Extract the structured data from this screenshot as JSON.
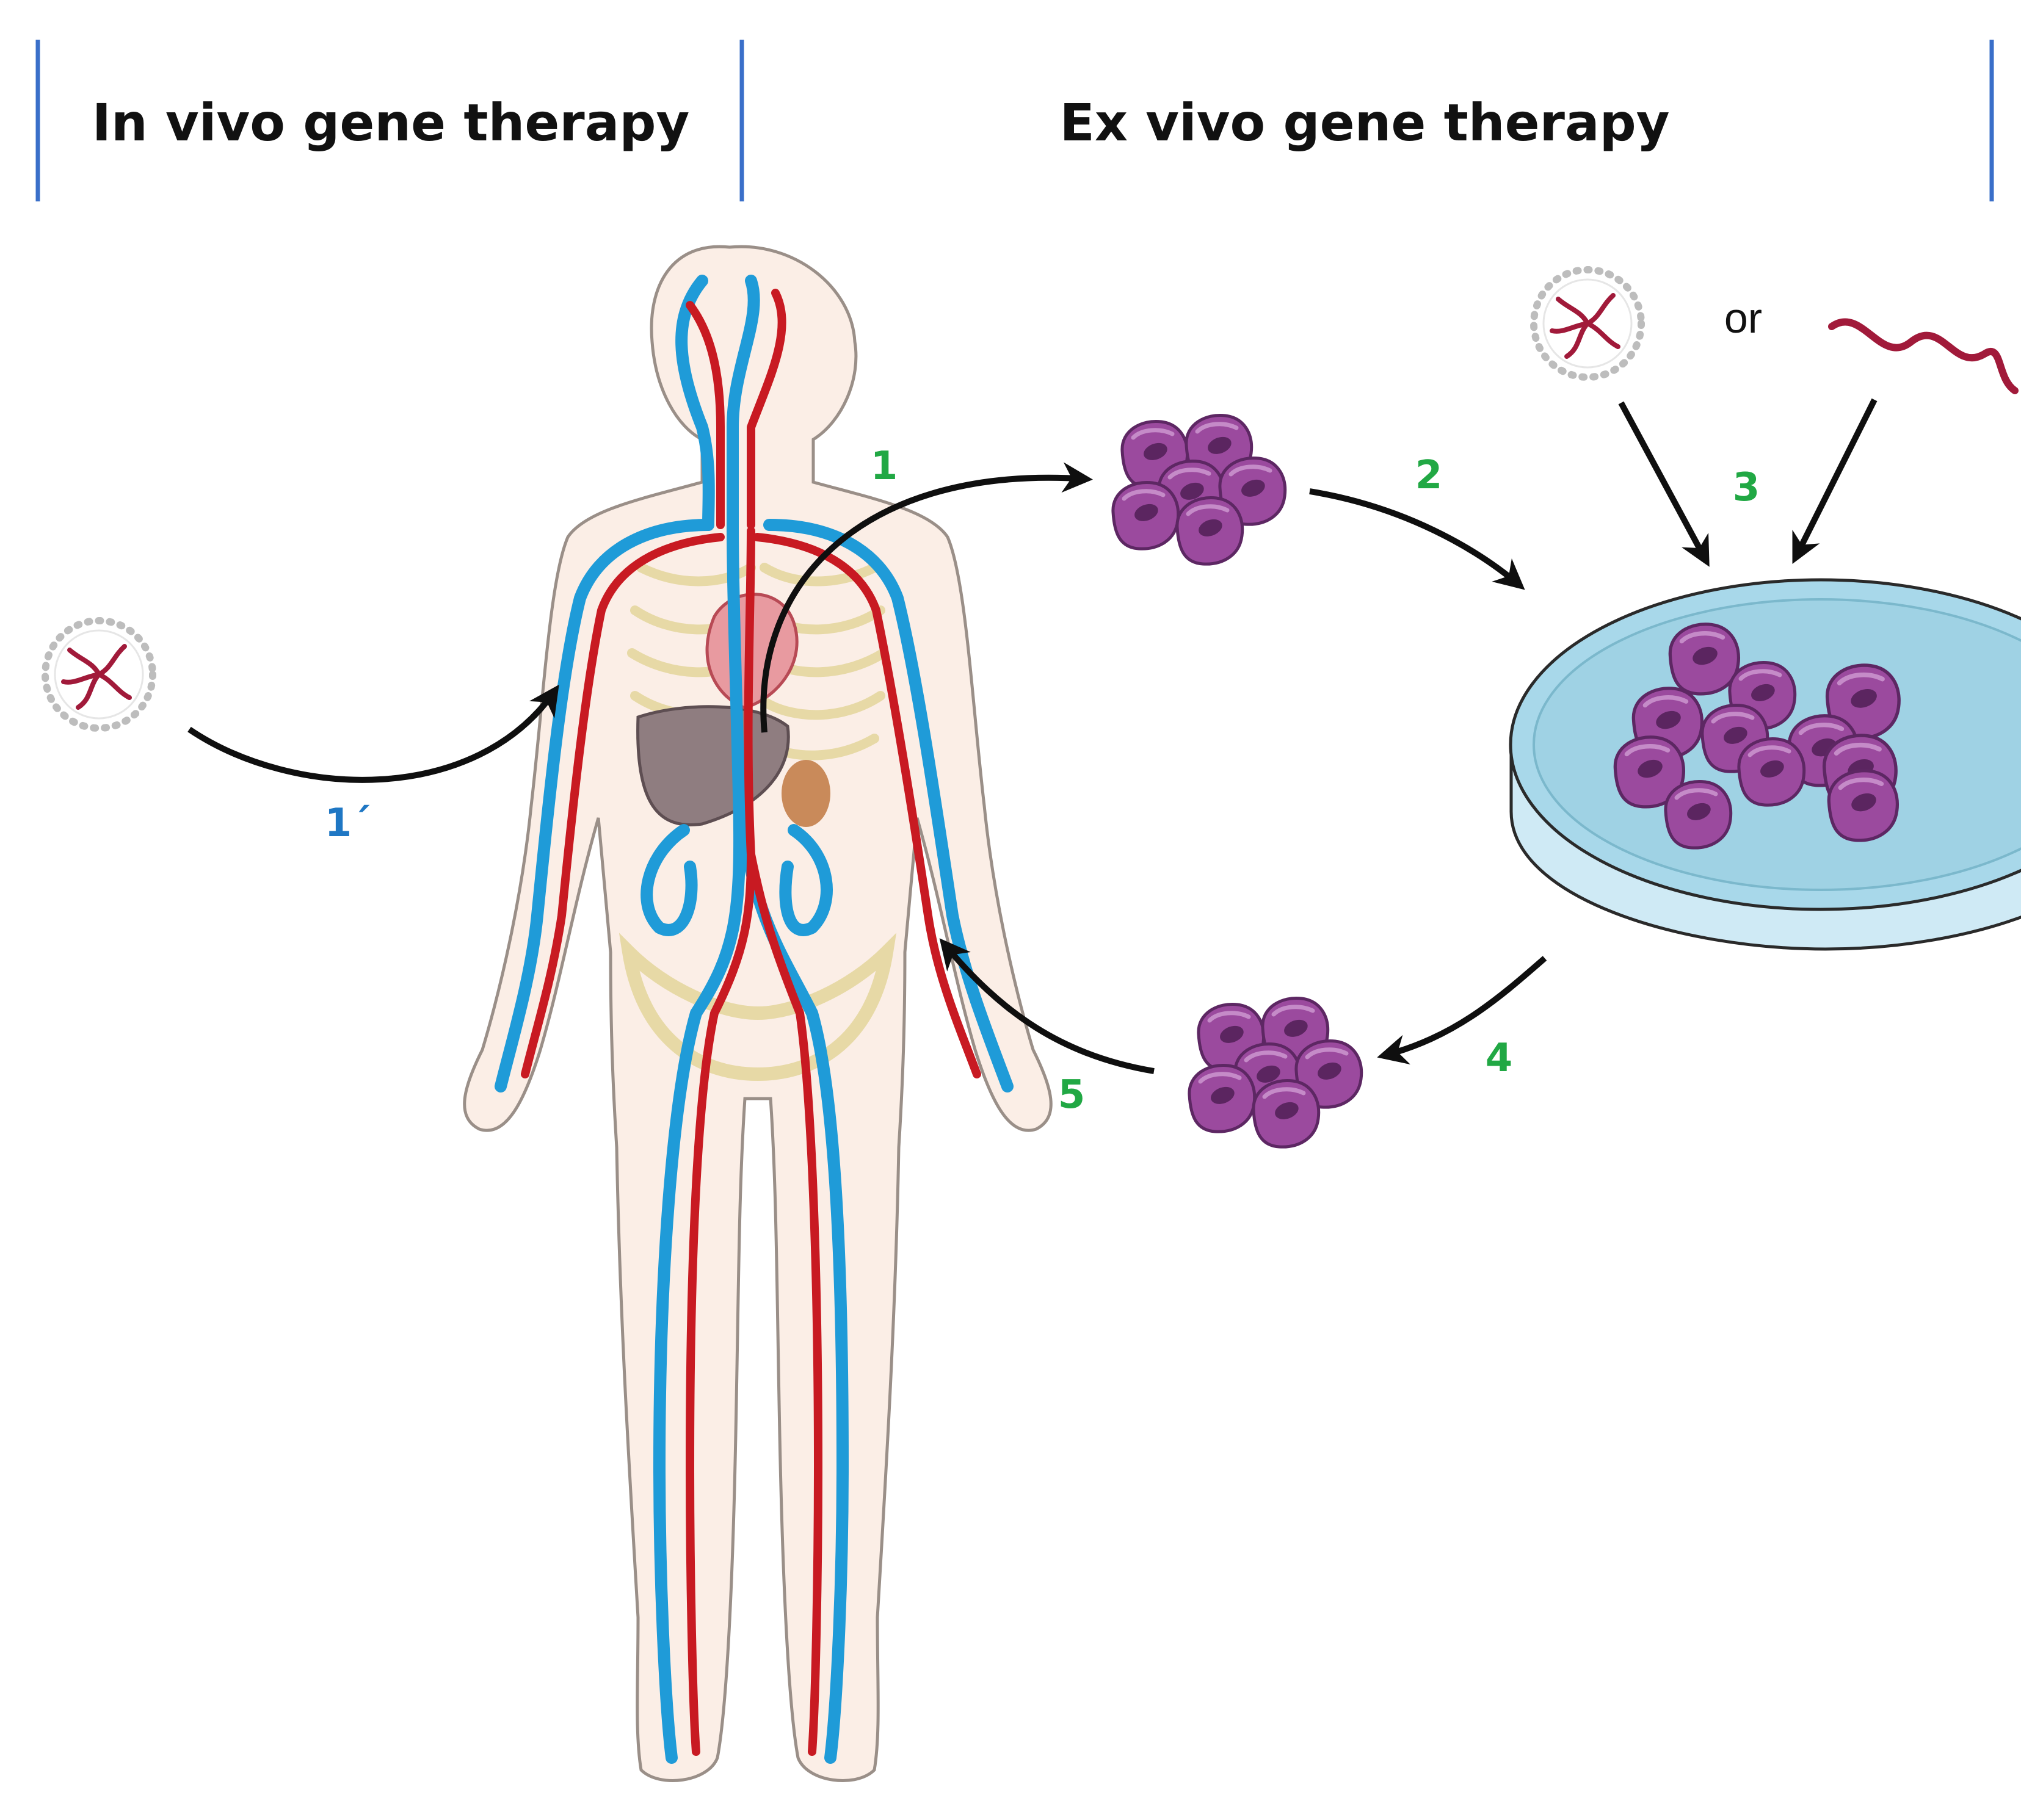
{
  "headers": {
    "in_vivo": "In vivo gene therapy",
    "ex_vivo": "Ex vivo gene therapy"
  },
  "steps": {
    "s1": "1",
    "s1_prime": "1´",
    "s2": "2",
    "s3": "3",
    "s4": "4",
    "s5": "5"
  },
  "or_label": "or",
  "colors": {
    "divider": "#3a6fc9",
    "vein": "#1f9bd8",
    "artery": "#c81a22",
    "cell": "#9b4a9e",
    "step_green": "#21a844",
    "step_blue": "#1f77c4",
    "dish": "#a8d8ea"
  },
  "icons": {
    "vector": "viral-vector-icon",
    "nucleic_acid": "nucleic-acid-icon",
    "cells": "cell-cluster-icon",
    "dish": "petri-dish-icon",
    "body": "human-body-icon"
  }
}
